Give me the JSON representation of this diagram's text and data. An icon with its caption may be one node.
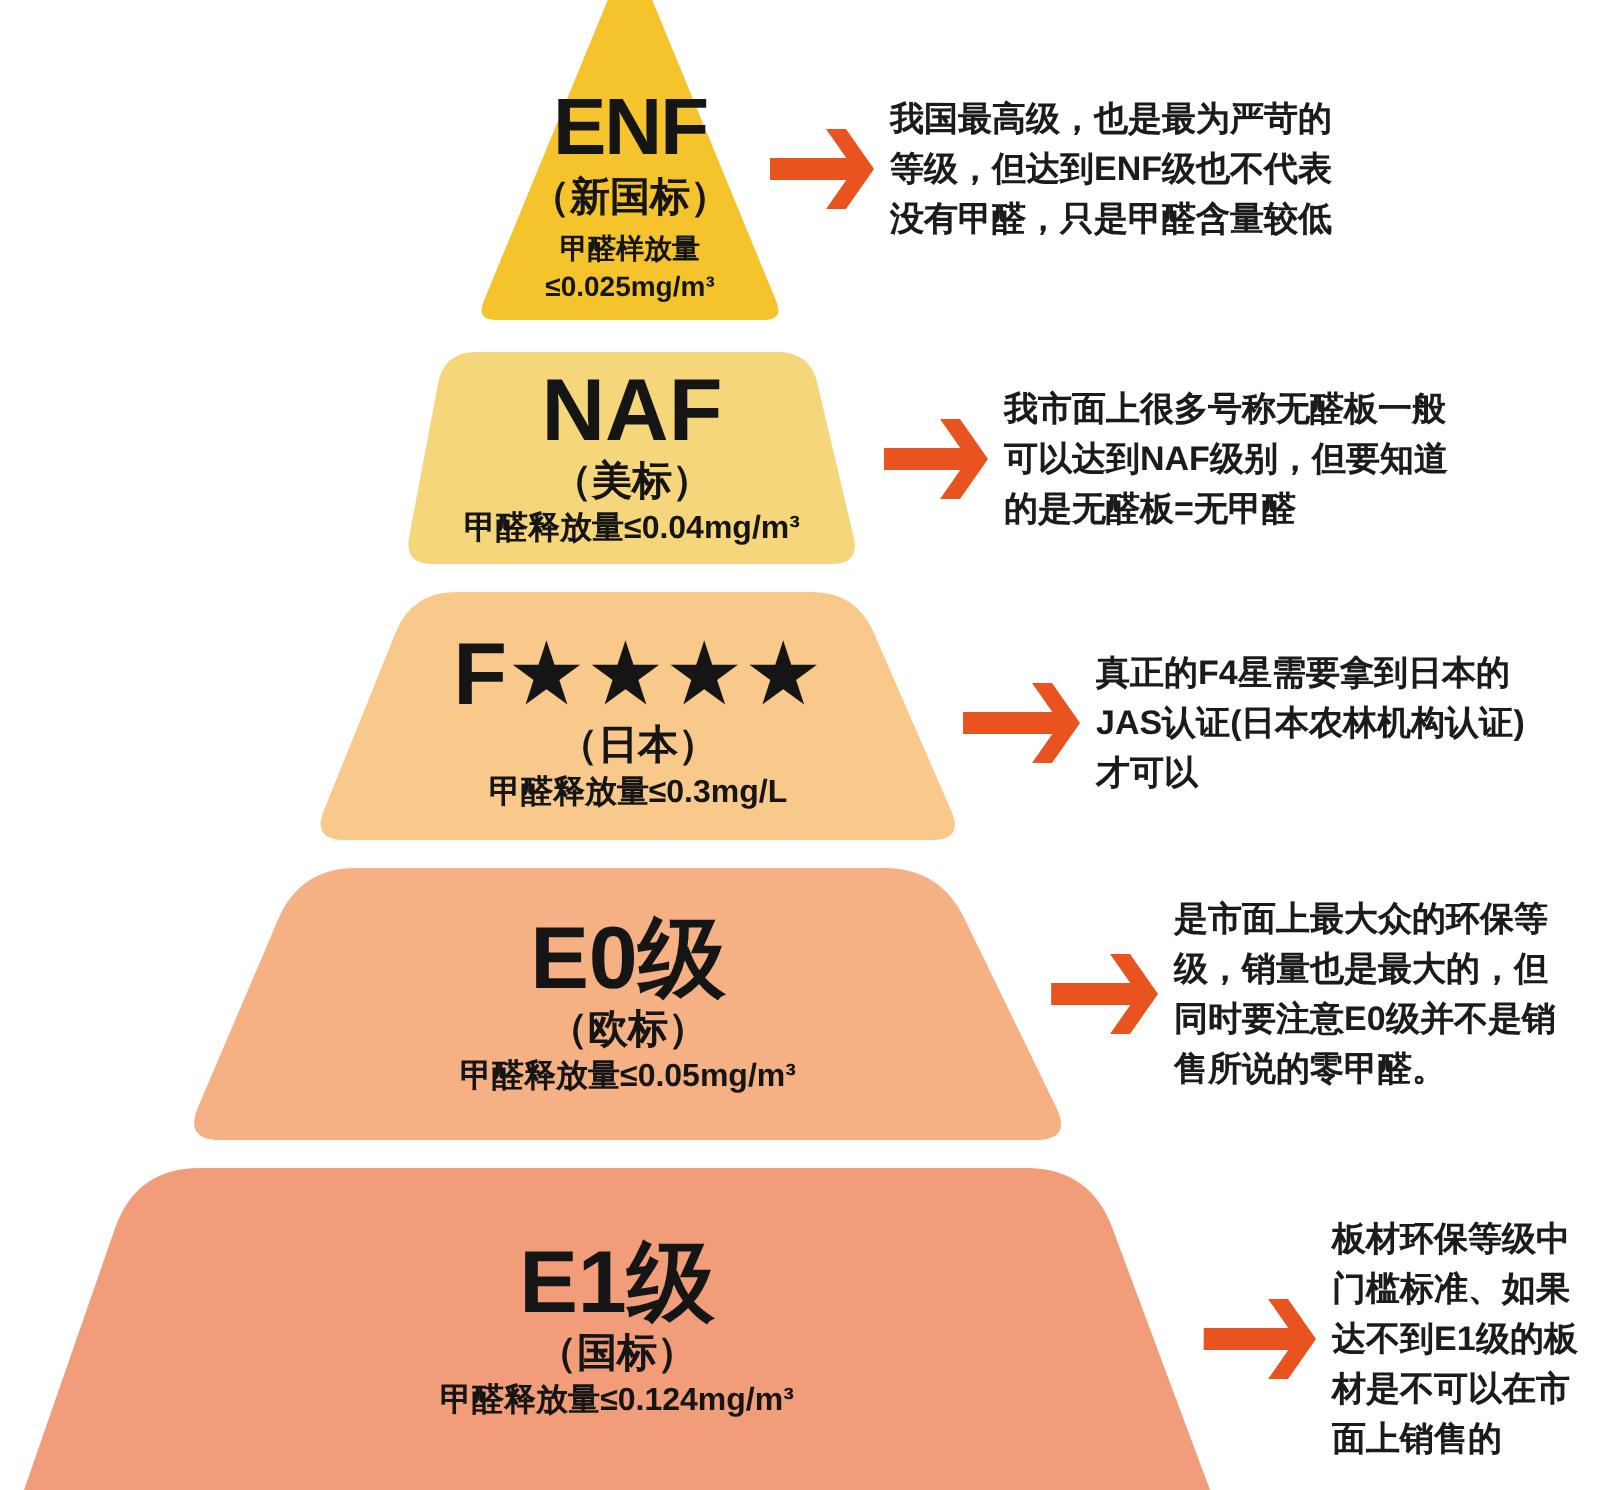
{
  "diagram": {
    "nodes": [
      {
        "text": [
          "ENF",
          "（新国标）",
          "甲醛样放量≤0.025mg/m³"
        ]
      },
      {
        "text": [
          "我国最高级，也是最为严苛的等级，但达到ENF级也不代表没有甲醛，只是甲醛含量较低"
        ]
      },
      {
        "text": [
          "NAF",
          "（美标）",
          "甲醛释放量≤0.04mg/m³"
        ]
      },
      {
        "text": [
          "我市面上很多号称无醛板一般可以达到NAF级别，但要知道的是无醛板=无甲醛"
        ]
      },
      {
        "text": [
          "F★★★★",
          "（日本）",
          "甲醛释放量≤0.3mg/L"
        ]
      },
      {
        "text": [
          "真正的F4星需要拿到日本的JAS认证(日本农林机构认证)才可以"
        ]
      },
      {
        "text": [
          "E0级",
          "（欧标）",
          "甲醛释放量≤0.05mg/m³"
        ]
      },
      {
        "text": [
          "是市面上最大众的环保等级，销量也是最大的，但同时要注意E0级并不是销售所说的零甲醛。"
        ]
      },
      {
        "text": [
          "E1级",
          "（国标）",
          "甲醛释放量≤0.124mg/m³"
        ]
      },
      {
        "text": [
          "板材环保等级中门槛标准、如果达不到E1级的板材是不可以在市面上销售的"
        ]
      }
    ],
    "edges": [
      {
        "from": 0,
        "to": 1,
        "arrow": "to"
      },
      {
        "from": 2,
        "to": 3,
        "arrow": "to"
      },
      {
        "from": 4,
        "to": 5,
        "arrow": "to"
      },
      {
        "from": 6,
        "to": 7,
        "arrow": "to"
      },
      {
        "from": 8,
        "to": 9,
        "arrow": "to"
      }
    ]
  }
}
